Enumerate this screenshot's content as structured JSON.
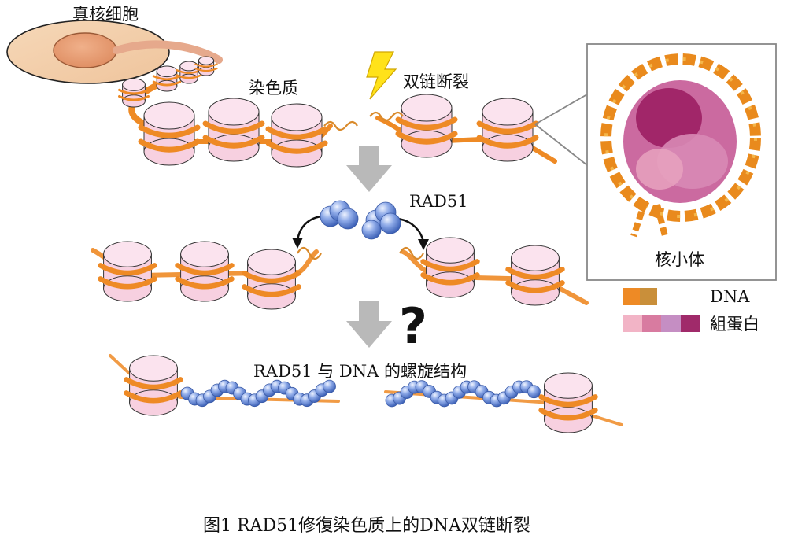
{
  "labels": {
    "eukaryote": "真核细胞",
    "chromatin": "染色质",
    "dsb": "双链断裂",
    "rad51": "RAD51",
    "question": "?",
    "helix": "RAD51 与 DNA 的螺旋结构",
    "nucleosome": "核小体",
    "caption": "图1 RAD51修復染色质上的DNA双链断裂"
  },
  "legend": [
    {
      "label": "DNA",
      "colors": [
        "#ee8a25",
        "#c98f3a"
      ]
    },
    {
      "label": "組蛋白",
      "colors": [
        "#f2b4c6",
        "#d87ba0",
        "#c58ec3",
        "#a02a6a"
      ]
    }
  ],
  "colors": {
    "dna_orange": "#ee8a25",
    "histone_pink": "#f7d0e0",
    "rad51_blue": "#6f93d8",
    "arrow_gray": "#b9b9b9",
    "bolt_yellow": "#ffe21a"
  },
  "icons": [
    "lightning-bolt-icon",
    "down-arrow-icon",
    "curved-arrow-icon"
  ]
}
